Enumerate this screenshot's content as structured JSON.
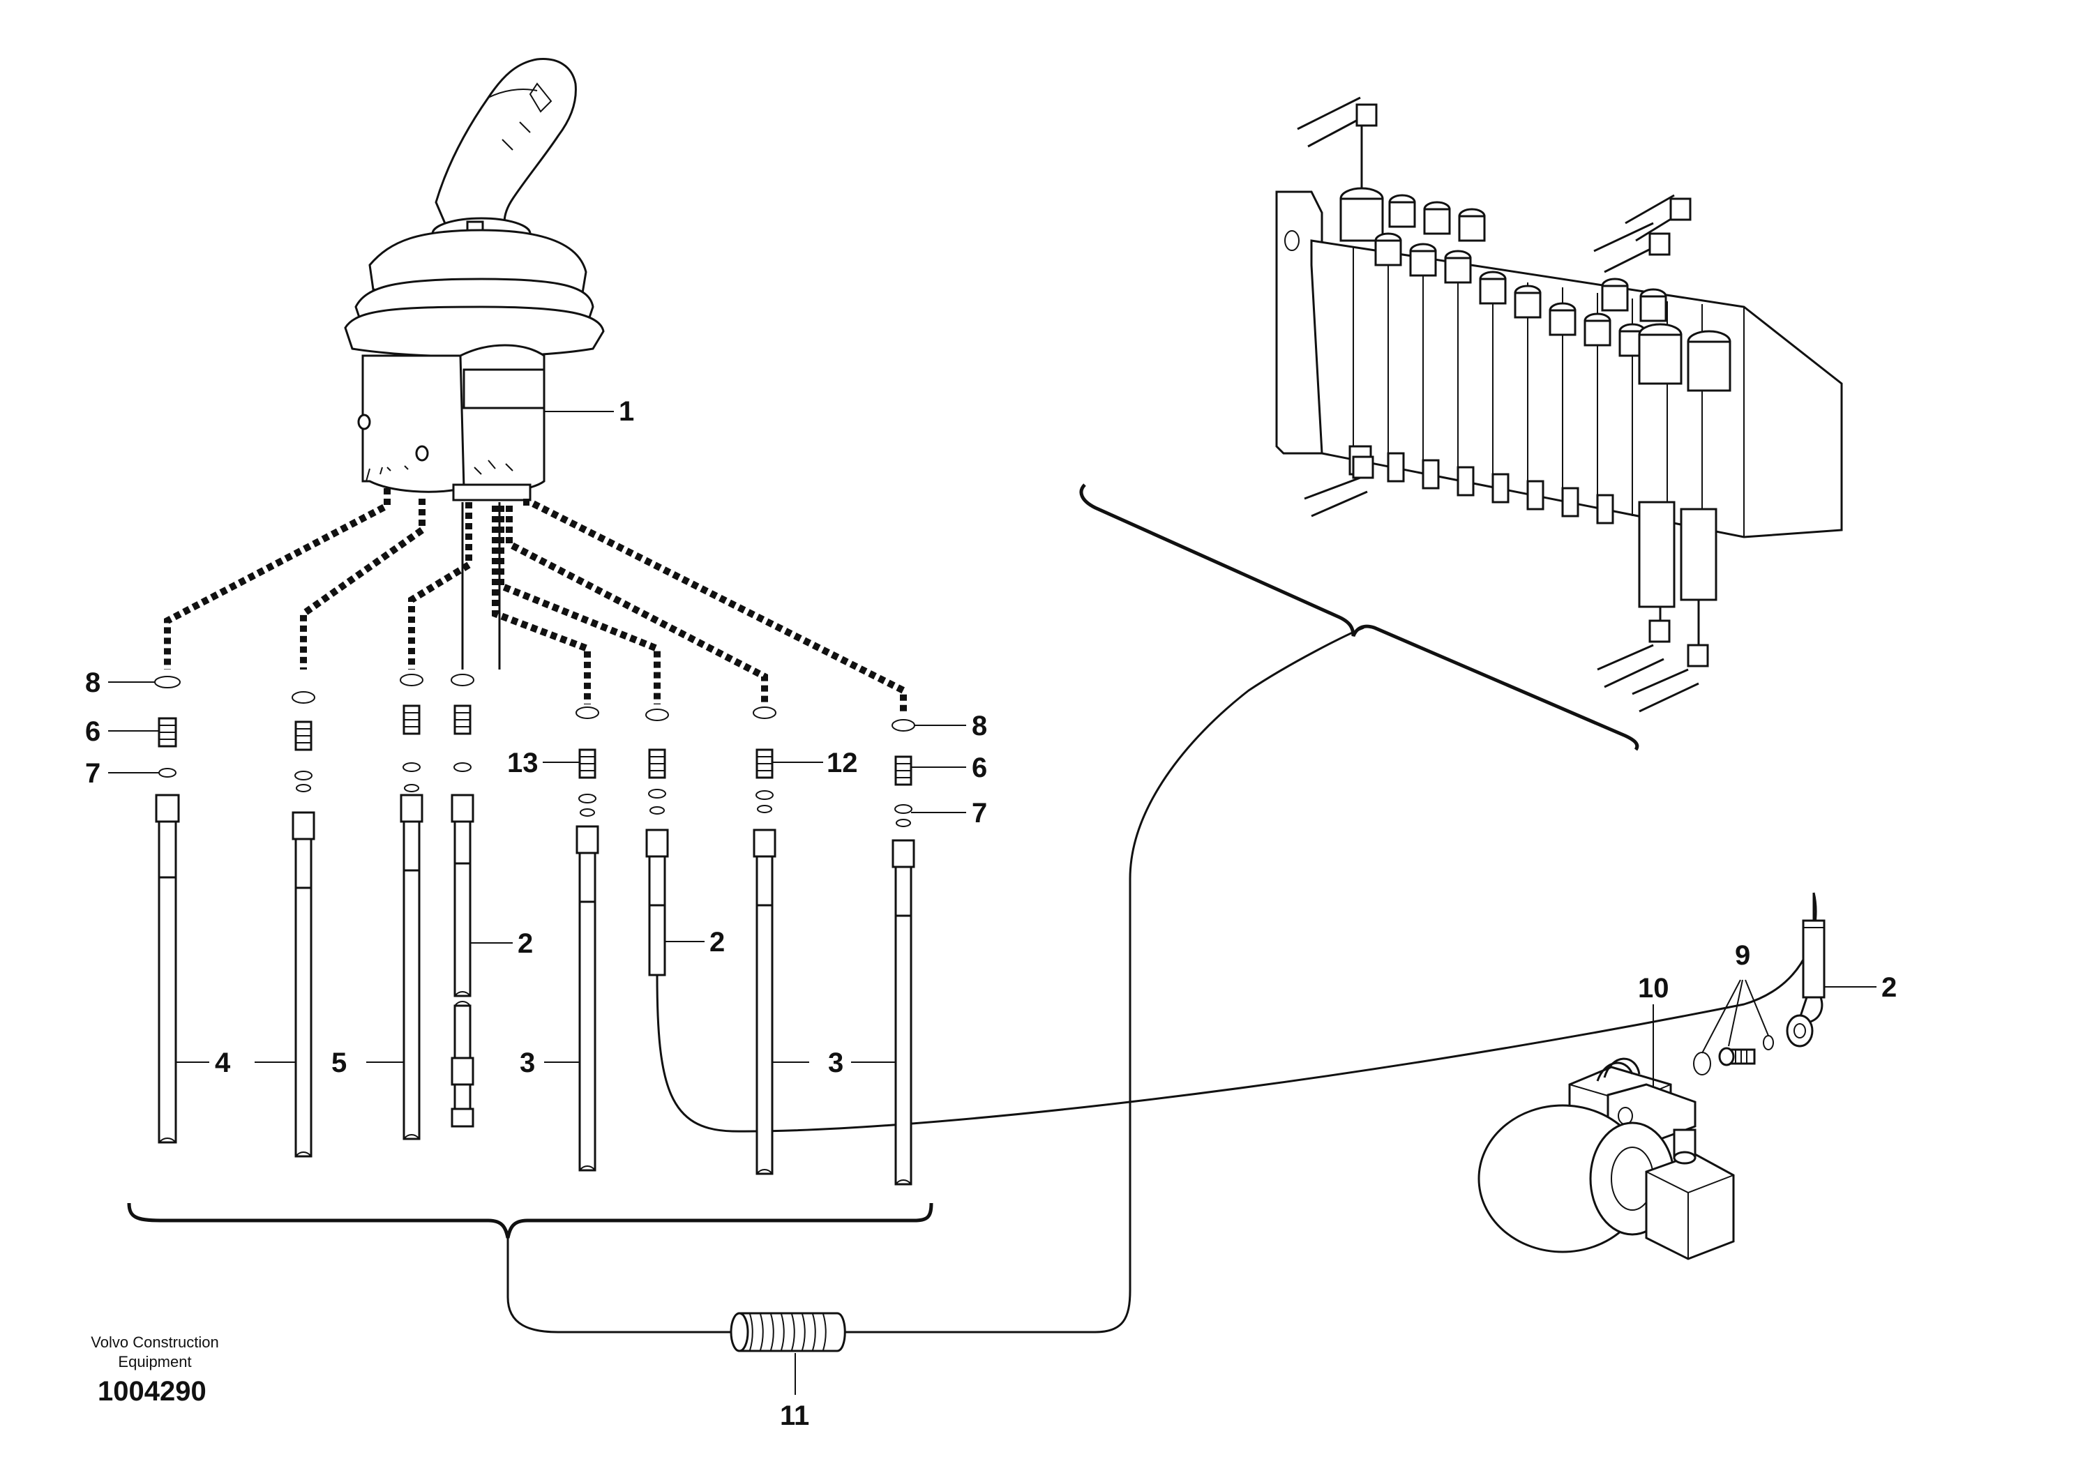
{
  "callouts": {
    "c1": "1",
    "c2a": "2",
    "c2b": "2",
    "c2c": "2",
    "c3a": "3",
    "c3b": "3",
    "c4": "4",
    "c5": "5",
    "c6a": "6",
    "c6b": "6",
    "c7a": "7",
    "c7b": "7",
    "c8a": "8",
    "c8b": "8",
    "c9": "9",
    "c10": "10",
    "c11": "11",
    "c12": "12",
    "c13": "13"
  },
  "footer": {
    "company_line1": "Volvo Construction",
    "company_line2": "Equipment",
    "doc_number": "1004290"
  }
}
